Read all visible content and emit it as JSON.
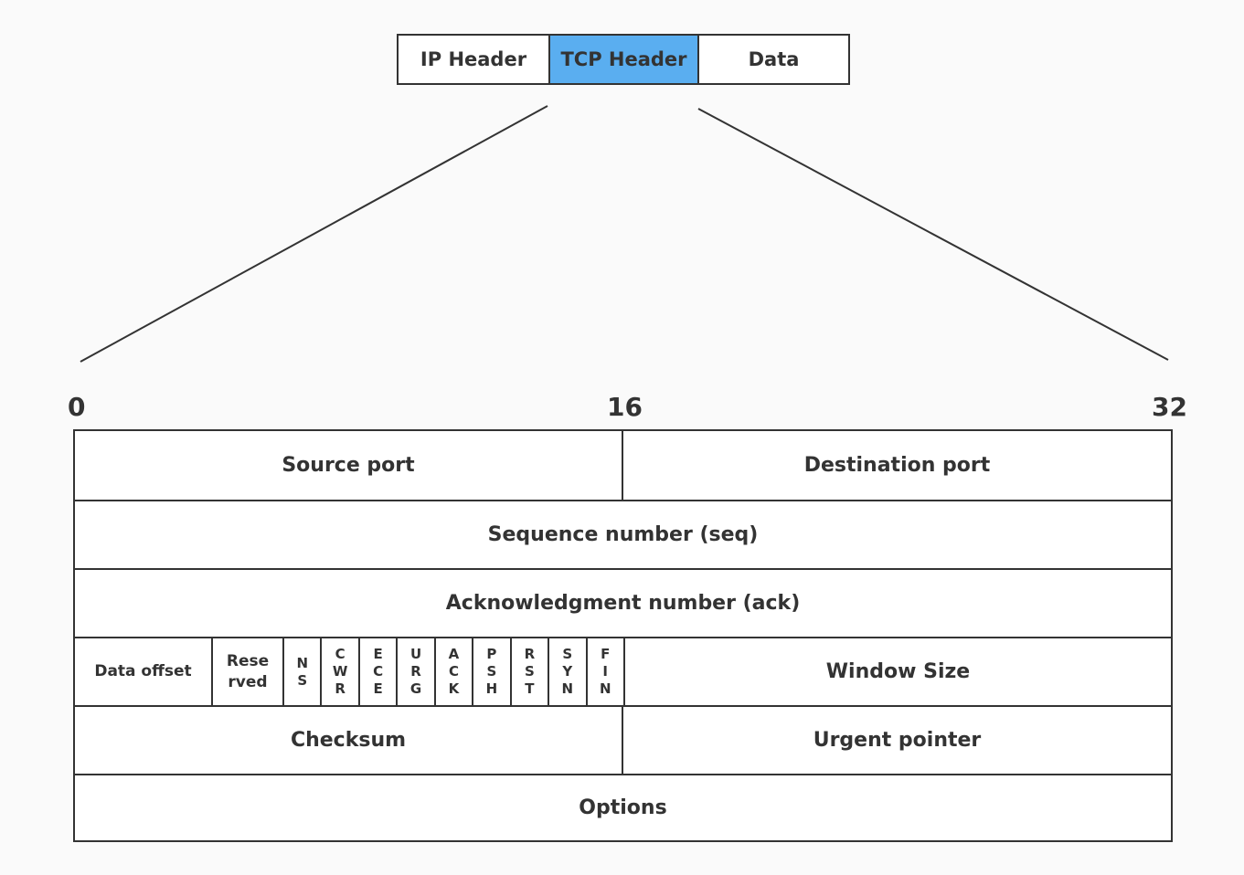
{
  "packet": {
    "ip_header": "IP Header",
    "tcp_header": "TCP Header",
    "data": "Data",
    "highlight_color": "#5aaef0"
  },
  "bit_labels": {
    "start": "0",
    "middle": "16",
    "end": "32"
  },
  "tcp_fields": {
    "source_port": "Source port",
    "destination_port": "Destination port",
    "sequence_number": "Sequence number (seq)",
    "acknowledgment_number": "Acknowledgment number (ack)",
    "data_offset": "Data offset",
    "reserved": "Rese\nrved",
    "flags": [
      "N\nS",
      "C\nW\nR",
      "E\nC\nE",
      "U\nR\nG",
      "A\nC\nK",
      "P\nS\nH",
      "R\nS\nT",
      "S\nY\nN",
      "F\nI\nN"
    ],
    "window_size": "Window Size",
    "checksum": "Checksum",
    "urgent_pointer": "Urgent pointer",
    "options": "Options"
  }
}
